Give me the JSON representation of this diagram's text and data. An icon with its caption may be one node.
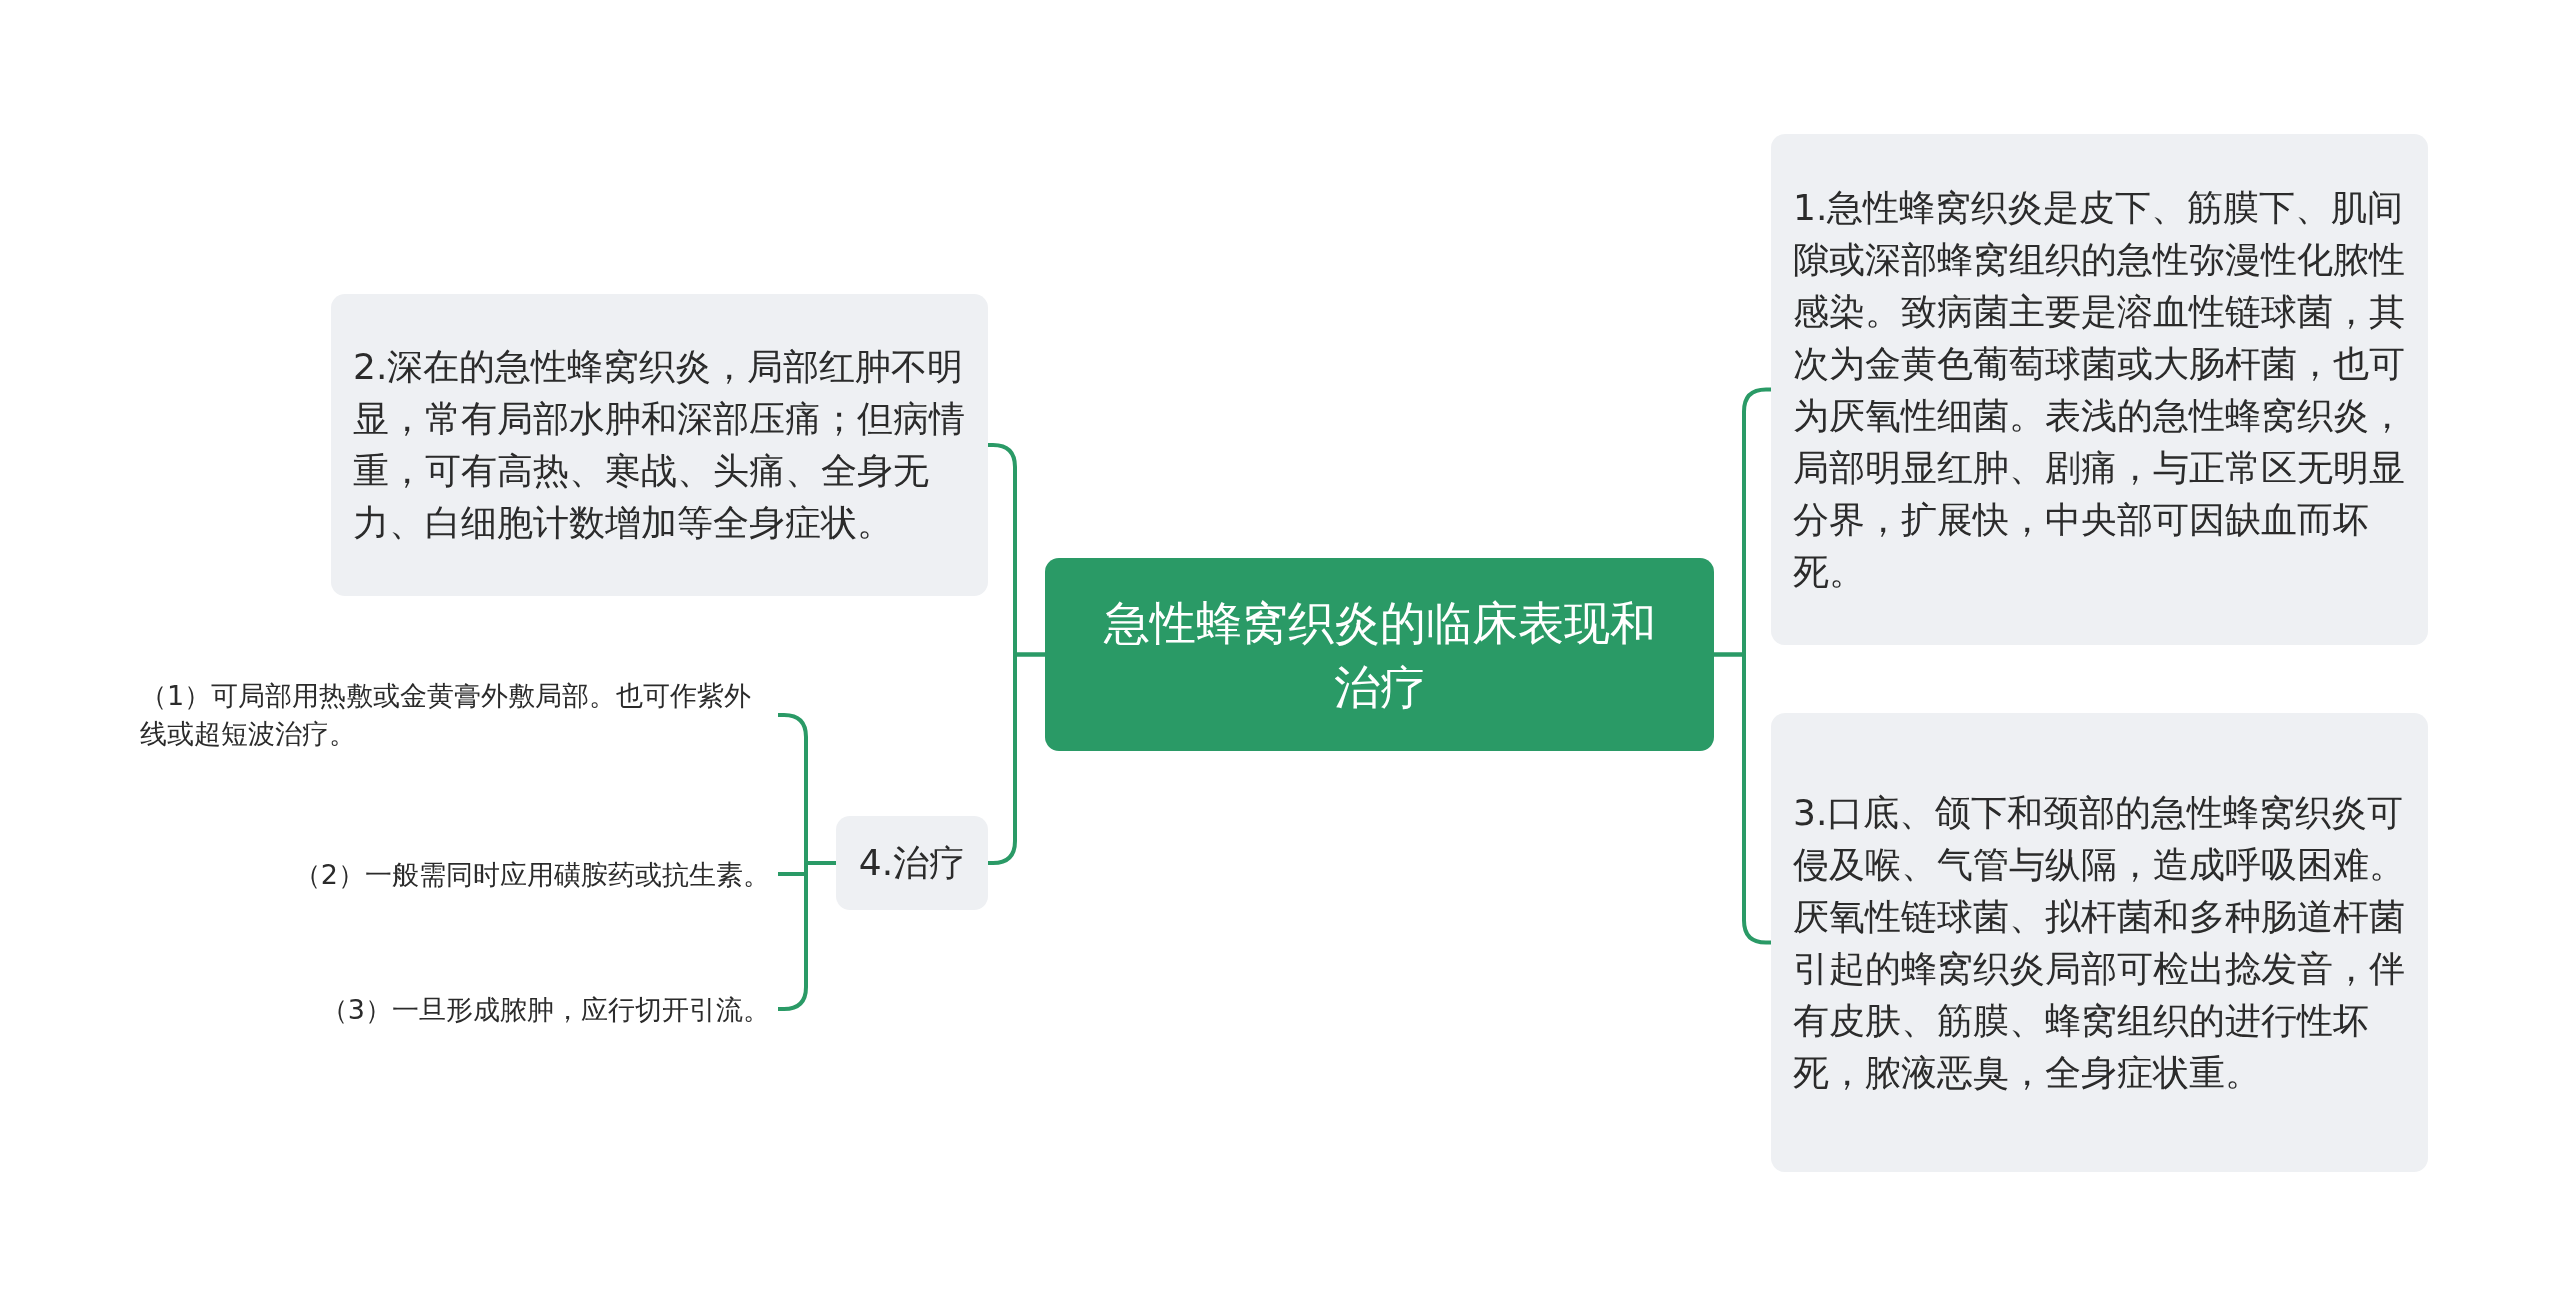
{
  "diagram": {
    "nodes": [
      {
        "text": [
          "急性蜂窝织炎的临床表现和治疗"
        ]
      },
      {
        "text": [
          "1.急性蜂窝织炎是皮下、筋膜下、肌间隙或深部蜂窝组织的急性弥漫性化脓性感染。致病菌主要是溶血性链球菌，其次为金黄色葡萄球菌或大肠杆菌，也可为厌氧性细菌。表浅的急性蜂窝织炎，局部明显红肿、剧痛，与正常区无明显分界，扩展快，中央部可因缺血而坏死。"
        ]
      },
      {
        "text": [
          "2.深在的急性蜂窝织炎，局部红肿不明显，常有局部水肿和深部压痛；但病情重，可有高热、寒战、头痛、全身无力、白细胞计数增加等全身症状。"
        ]
      },
      {
        "text": [
          "3.口底、颌下和颈部的急性蜂窝织炎可侵及喉、气管与纵隔，造成呼吸困难。厌氧性链球菌、拟杆菌和多种肠道杆菌引起的蜂窝织炎局部可检出捻发音，伴有皮肤、筋膜、蜂窝组织的进行性坏死，脓液恶臭，全身症状重。"
        ]
      },
      {
        "text": [
          "4.治疗"
        ]
      },
      {
        "text": [
          "（1）可局部用热敷或金黄膏外敷局部。也可作紫外线或超短波治疗。"
        ]
      },
      {
        "text": [
          "（2）一般需同时应用磺胺药或抗生素。"
        ]
      },
      {
        "text": [
          "（3）一旦形成脓肿，应行切开引流。"
        ]
      }
    ],
    "edges": [
      {
        "from": 0,
        "to": 1,
        "arrow": "none"
      },
      {
        "from": 0,
        "to": 3,
        "arrow": "none"
      },
      {
        "from": 0,
        "to": 2,
        "arrow": "none"
      },
      {
        "from": 0,
        "to": 4,
        "arrow": "none"
      },
      {
        "from": 4,
        "to": 5,
        "arrow": "none"
      },
      {
        "from": 4,
        "to": 6,
        "arrow": "none"
      },
      {
        "from": 4,
        "to": 7,
        "arrow": "none"
      }
    ]
  }
}
